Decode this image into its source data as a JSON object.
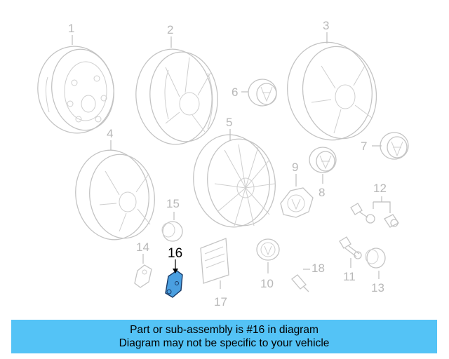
{
  "diagram": {
    "callouts": [
      "1",
      "2",
      "3",
      "4",
      "5",
      "6",
      "7",
      "8",
      "9",
      "10",
      "11",
      "12",
      "13",
      "14",
      "15",
      "16",
      "17",
      "18"
    ],
    "highlighted_part": "16",
    "highlight_color": "#4a9fe0",
    "line_color": "#c4c4c4"
  },
  "banner": {
    "line1": "Part or sub-assembly is #16 in diagram",
    "line2": "Diagram may not be specific to your vehicle",
    "background": "#54c3f6"
  }
}
